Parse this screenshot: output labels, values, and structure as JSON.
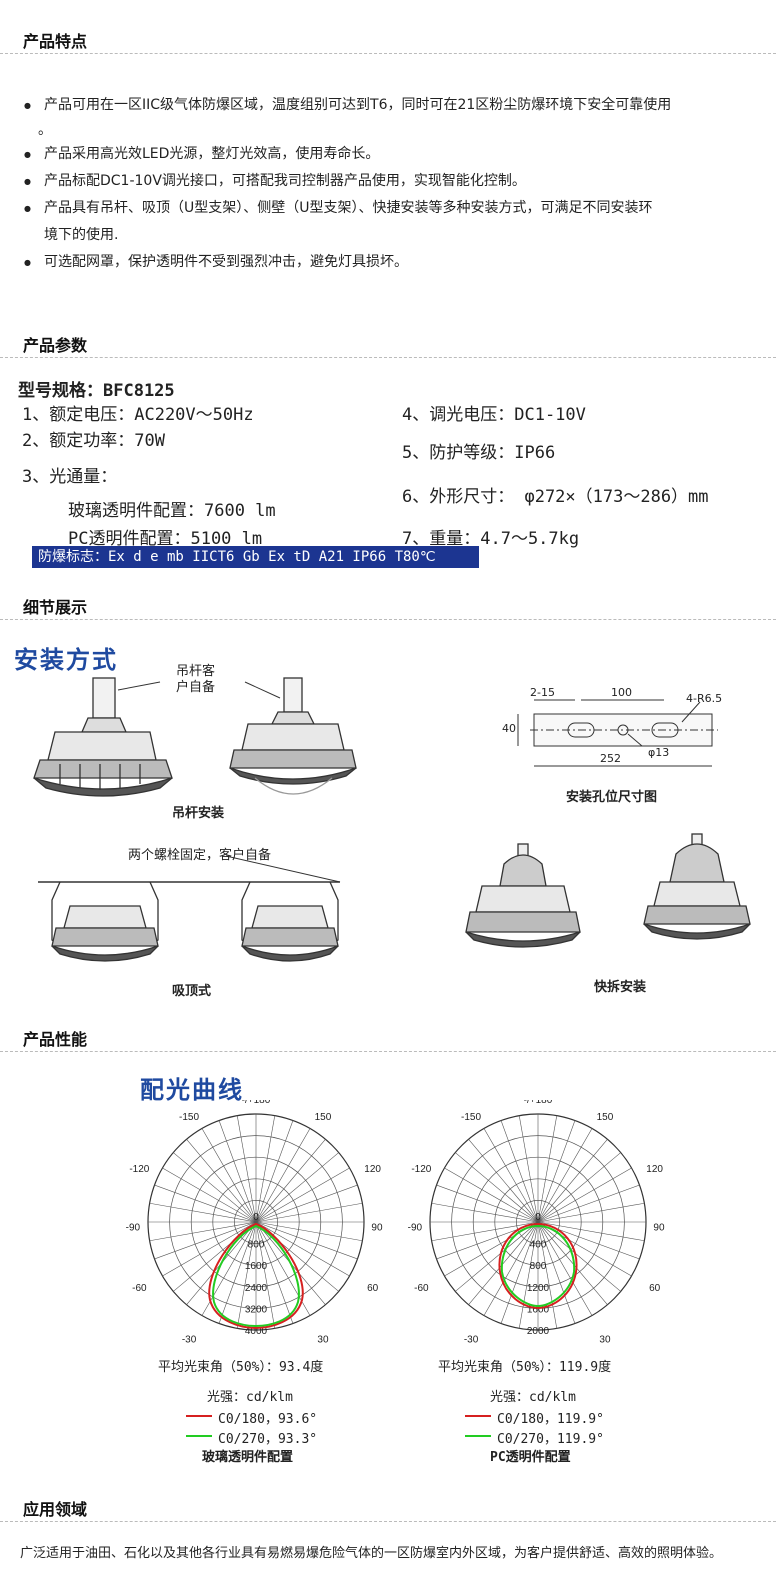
{
  "sections": {
    "features": "产品特点",
    "params": "产品参数",
    "details": "细节展示",
    "performance": "产品性能",
    "application": "应用领域"
  },
  "features": [
    "产品可用在一区IIC级气体防爆区域，温度组别可达到T6，同时可在21区粉尘防爆环境下安全可靠使用",
    "。",
    "产品采用高光效LED光源，整灯光效高，使用寿命长。",
    "产品标配DC1-10V调光接口，可搭配我司控制器产品使用，实现智能化控制。",
    "产品具有吊杆、吸顶（U型支架）、侧壁（U型支架）、快捷安装等多种安装方式，可满足不同安装环",
    "境下的使用.",
    "可选配网罩，保护透明件不受到强烈冲击，避免灯具损坏。"
  ],
  "params": {
    "model": "型号规格：BFC8125",
    "p1": "1、额定电压：AC220V～50Hz",
    "p2": "2、额定功率：70W",
    "p3": "3、光通量：",
    "p3a": "玻璃透明件配置：7600 lm",
    "p3b": "PC透明件配置：5100 lm",
    "p4": "4、调光电压：DC1-10V",
    "p5": "5、防护等级：IP66",
    "p6": "6、外形尺寸： φ272×（173～286）mm",
    "p7": "7、重量：4.7～5.7kg",
    "ex_mark": "防爆标志：Ex d e mb IICT6 Gb Ex tD A21 IP66 T80℃"
  },
  "install": {
    "title": "安装方式",
    "rod_note_1": "吊杆客",
    "rod_note_2": "户自备",
    "rod_caption": "吊杆安装",
    "hole_caption": "安装孔位尺寸图",
    "bolt_note": "两个螺栓固定，客户自备",
    "ceiling_caption": "吸顶式",
    "quick_caption": "快拆安装",
    "dims": {
      "d1": "2-15",
      "d2": "100",
      "d3": "4-R6.5",
      "d4": "40",
      "d5": "φ13",
      "d6": "252"
    }
  },
  "curves": {
    "title": "配光曲线",
    "angle_labels": [
      "-/+180",
      "-150",
      "150",
      "-120",
      "120",
      "-90",
      "90",
      "-60",
      "60",
      "-30",
      "30",
      "0"
    ],
    "left": {
      "radial_labels": [
        "800",
        "1600",
        "2400",
        "3200",
        "4000"
      ],
      "beam": "平均光束角（50%）：93.4度",
      "unit": "光强：cd/klm",
      "legend_red": "C0/180，93.6°",
      "legend_green": "C0/270，93.3°",
      "caption": "玻璃透明件配置"
    },
    "right": {
      "radial_labels": [
        "400",
        "800",
        "1200",
        "1600",
        "2000"
      ],
      "beam": "平均光束角（50%）：119.9度",
      "unit": "光强：cd/klm",
      "legend_red": "C0/180，119.9°",
      "legend_green": "C0/270，119.9°",
      "caption": "PC透明件配置"
    },
    "colors": {
      "red": "#d62020",
      "green": "#22cc22"
    }
  },
  "application": {
    "text": "广泛适用于油田、石化以及其他各行业具有易燃易爆危险气体的一区防爆室内外区域，为客户提供舒适、高效的照明体验。"
  }
}
